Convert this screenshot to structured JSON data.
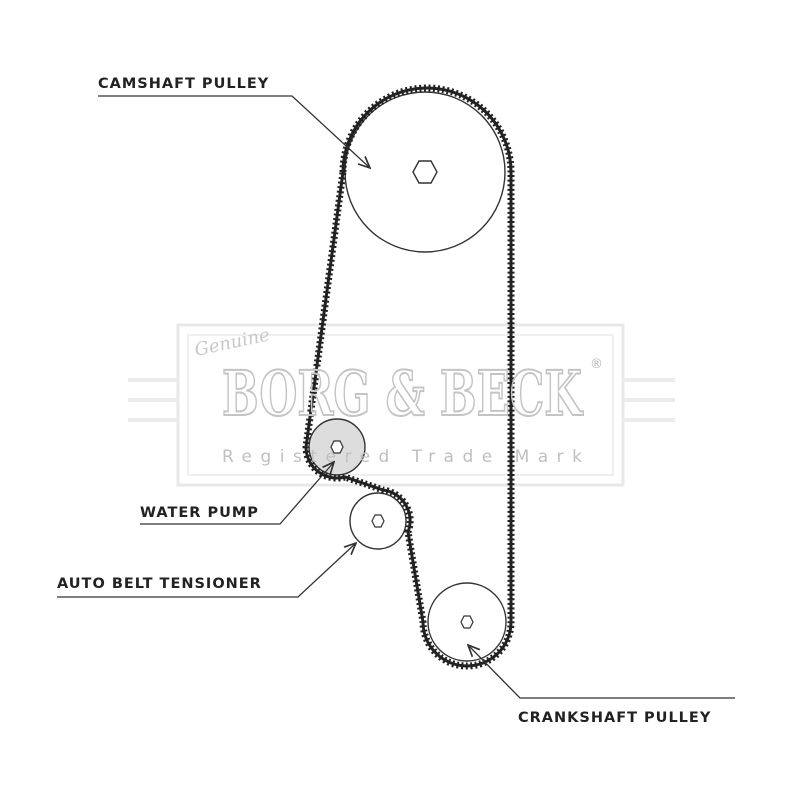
{
  "watermark": {
    "script_text": "Genuine",
    "brand": "BORG & BECK",
    "registered": "®",
    "subtitle": "Registered Trade Mark"
  },
  "labels": {
    "camshaft": "CAMSHAFT PULLEY",
    "water_pump": "WATER PUMP",
    "tensioner": "AUTO BELT TENSIONER",
    "crankshaft": "CRANKSHAFT PULLEY"
  }
}
